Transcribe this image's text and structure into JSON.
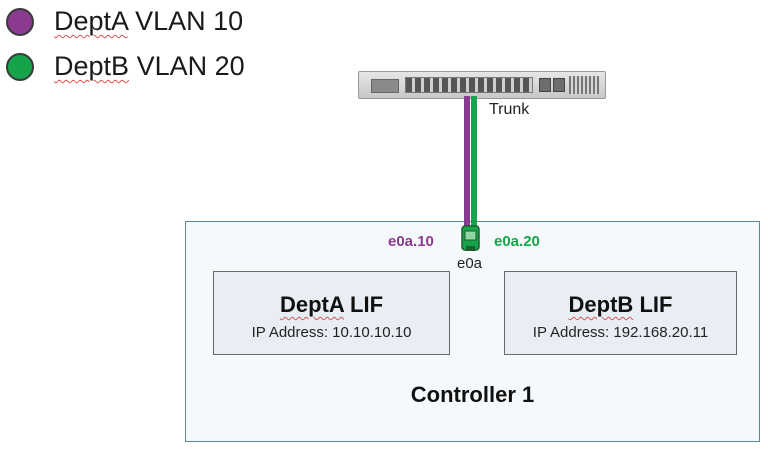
{
  "legend": [
    {
      "dept": "DeptA",
      "vlan": "VLAN 10",
      "color": "#8b3a8f"
    },
    {
      "dept": "DeptB",
      "vlan": "VLAN 20",
      "color": "#16a34a"
    }
  ],
  "trunk_label": "Trunk",
  "ports": {
    "vlan_a": "e0a.10",
    "vlan_b": "e0a.20",
    "physical": "e0a"
  },
  "lifs": [
    {
      "name": "DeptA",
      "suffix": "LIF",
      "ip": "IP Address: 10.10.10.10"
    },
    {
      "name": "DeptB",
      "suffix": "LIF",
      "ip": "IP Address: 192.168.20.11"
    }
  ],
  "controller": {
    "title": "Controller 1"
  },
  "colors": {
    "vlan_a": "#8b3a8f",
    "vlan_b": "#16a34a",
    "border": "#5d84a0"
  }
}
